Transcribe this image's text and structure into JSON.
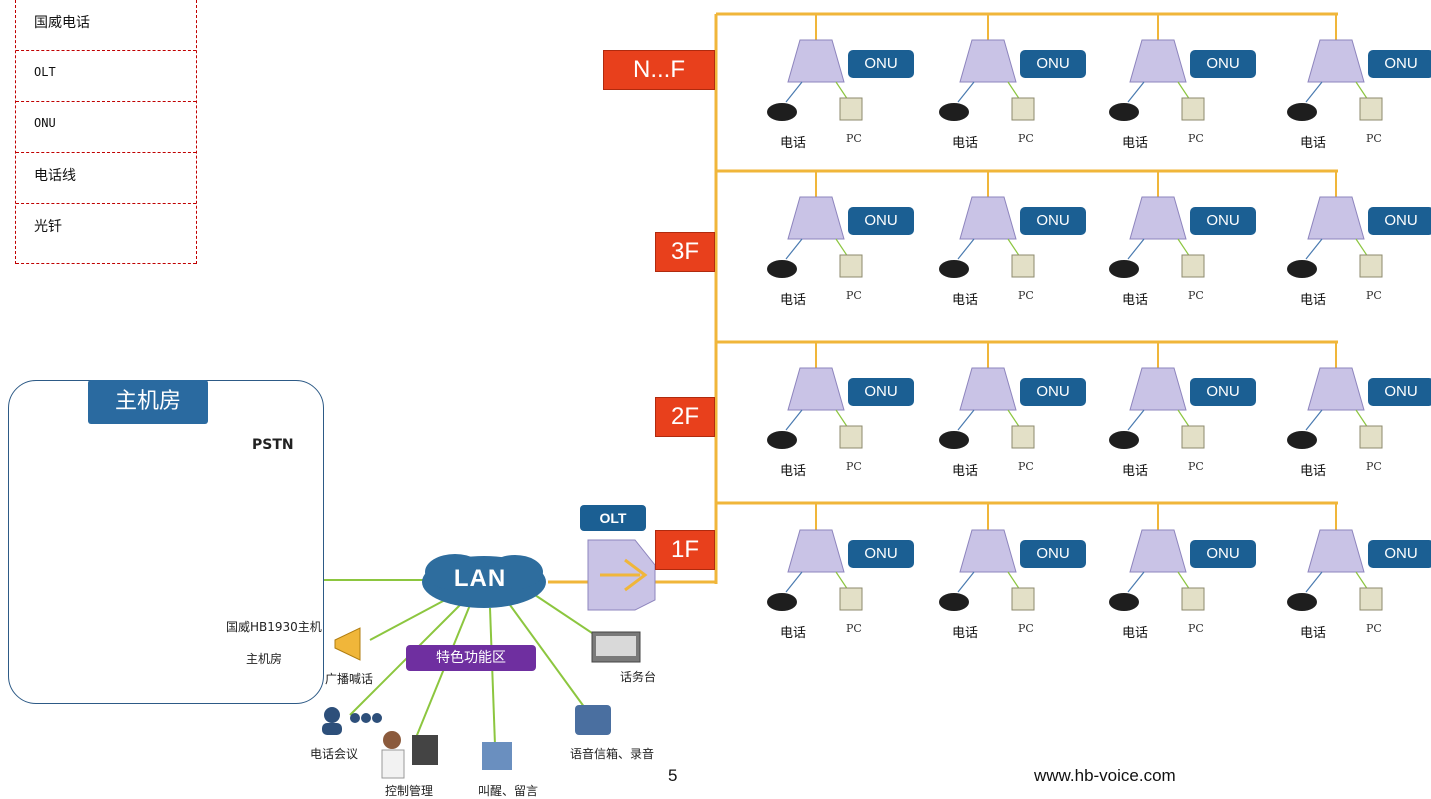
{
  "legend": {
    "items": [
      "国威电话",
      "OLT",
      "ONU",
      "电话线",
      "光钎"
    ]
  },
  "main_room": {
    "title": "主机房",
    "pstn_label": "PSTN",
    "switch_label": "国威HB1930主机",
    "switch_sublabel": "主机房"
  },
  "lan_label": "LAN",
  "olt_label": "OLT",
  "feature_zone_label": "特色功能区",
  "features": {
    "broadcast": "广播喊话",
    "conference": "电话会议",
    "control": "控制管理",
    "wakeup": "叫醒、留言",
    "voicemail": "语音信箱、录音",
    "console": "话务台"
  },
  "floors": [
    {
      "label": "N...F"
    },
    {
      "label": "3F"
    },
    {
      "label": "2F"
    },
    {
      "label": "1F"
    }
  ],
  "unit": {
    "onu_label": "ONU",
    "phone_label": "电话",
    "pc_label": "PC"
  },
  "footer": {
    "page_number": "5",
    "website": "www.hb-voice.com"
  },
  "colors": {
    "fiber": "#f0b63a",
    "onu_badge": "#1b5f93",
    "floor_tag": "#e8401c",
    "feature_zone": "#6f2fa0",
    "room_border": "#2d5a86"
  }
}
